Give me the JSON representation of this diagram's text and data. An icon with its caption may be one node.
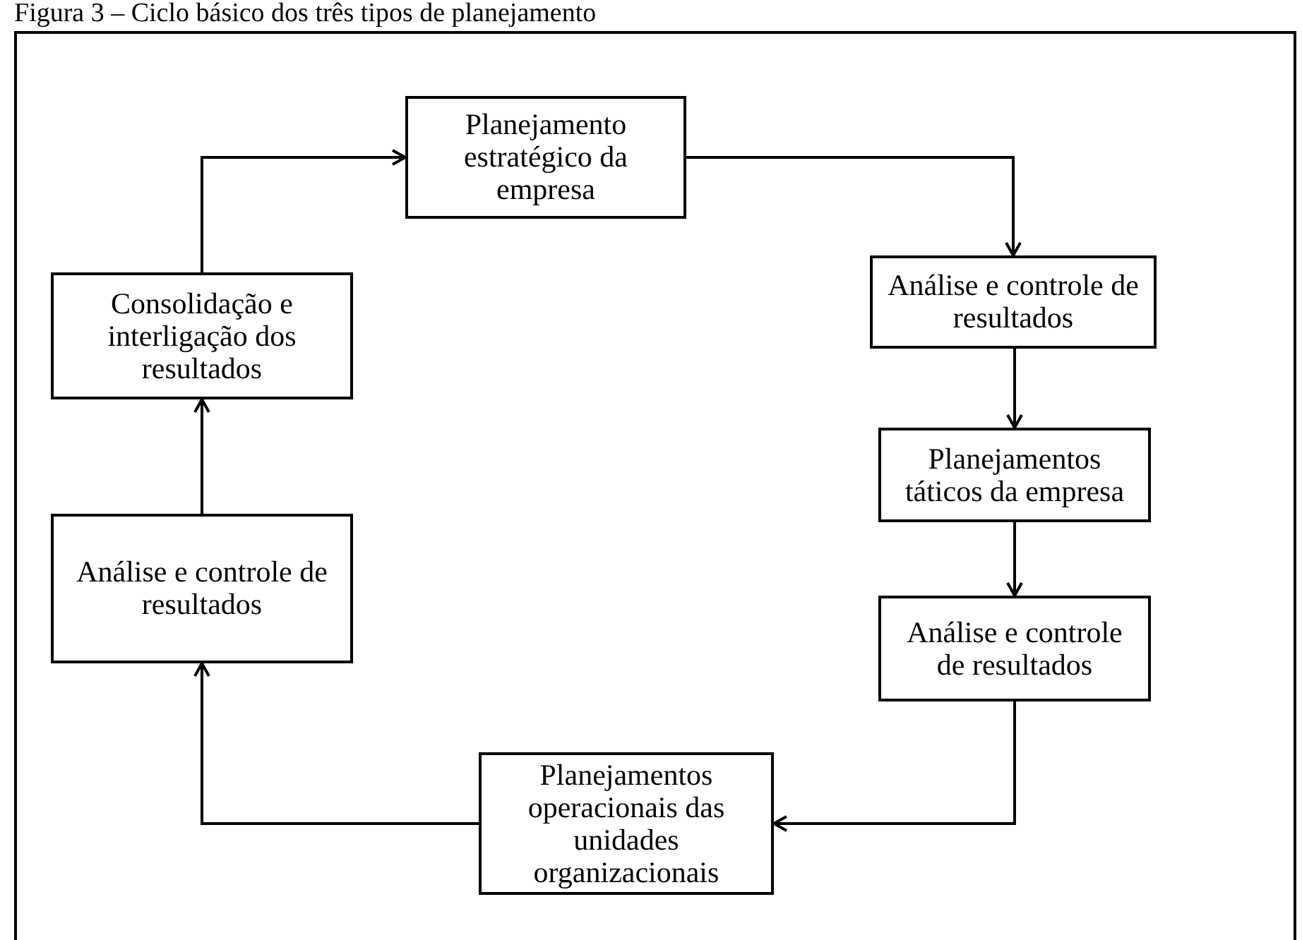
{
  "diagram": {
    "title": "Figura 3 – Ciclo básico dos três tipos de planejamento",
    "nodes": [
      {
        "text": [
          "Planejamento estratégico da empresa"
        ]
      },
      {
        "text": [
          "Análise e controle de resultados"
        ]
      },
      {
        "text": [
          "Planejamentos táticos da empresa"
        ]
      },
      {
        "text": [
          "Análise e controle de resultados"
        ]
      },
      {
        "text": [
          "Planejamentos operacionais das unidades organizacionais"
        ]
      },
      {
        "text": [
          "Análise e controle de resultados"
        ]
      },
      {
        "text": [
          "Consolidação e interligação dos resultados"
        ]
      }
    ],
    "edges": [
      {
        "from": 0,
        "to": 1,
        "arrow": "to"
      },
      {
        "from": 1,
        "to": 2,
        "arrow": "to"
      },
      {
        "from": 2,
        "to": 3,
        "arrow": "to"
      },
      {
        "from": 3,
        "to": 4,
        "arrow": "to"
      },
      {
        "from": 4,
        "to": 5,
        "arrow": "to"
      },
      {
        "from": 5,
        "to": 6,
        "arrow": "to"
      },
      {
        "from": 6,
        "to": 0,
        "arrow": "to"
      }
    ]
  }
}
